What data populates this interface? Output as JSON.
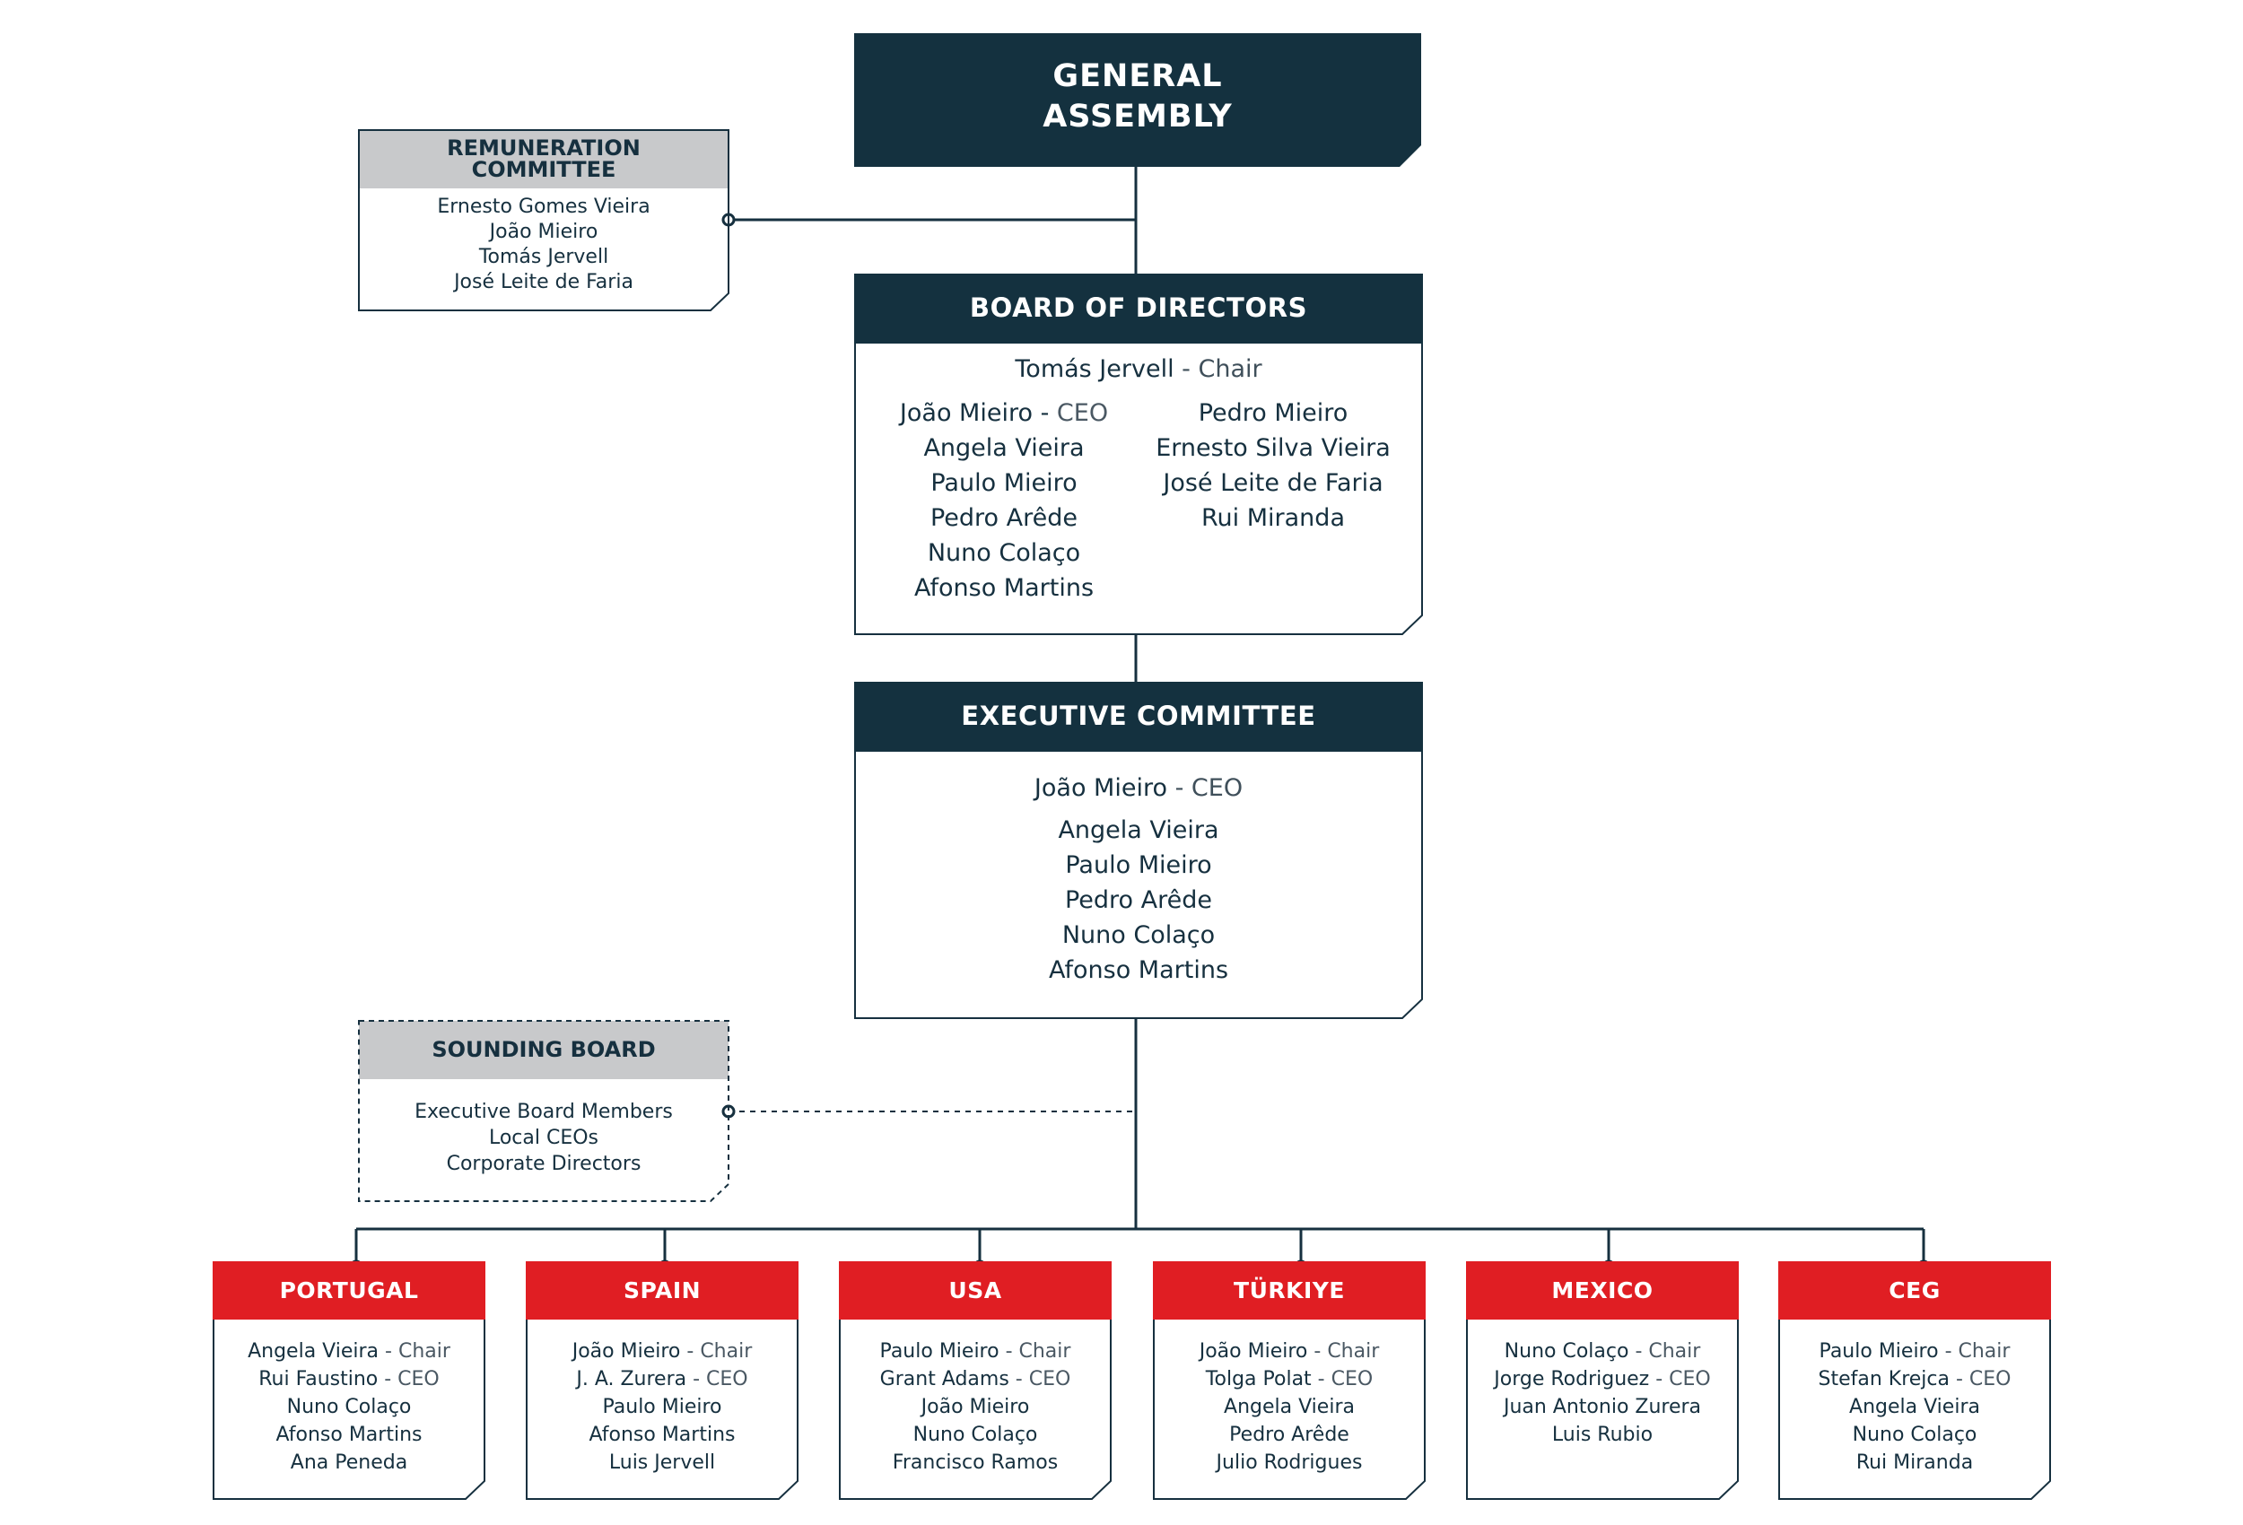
{
  "colors": {
    "navy": "#14313f",
    "red": "#e01e23",
    "grey_header": "#c8c9cb",
    "text": "#16303f",
    "line": "#16303f"
  },
  "general_assembly": {
    "line1": "GENERAL",
    "line2": "ASSEMBLY"
  },
  "remuneration": {
    "title_line1": "REMUNERATION",
    "title_line2": "COMMITTEE",
    "members": [
      "Ernesto Gomes Vieira",
      "João Mieiro",
      "Tomás Jervell",
      "José Leite de Faria"
    ]
  },
  "board": {
    "title": "BOARD OF DIRECTORS",
    "chair_name": "Tomás Jervell",
    "chair_role": " - Chair",
    "left_ceo_name": "João Mieiro - ",
    "left_ceo_role": "CEO",
    "left": [
      "Angela Vieira",
      "Paulo Mieiro",
      "Pedro Arêde",
      "Nuno Colaço",
      "Afonso Martins"
    ],
    "right": [
      "Pedro Mieiro",
      "Ernesto Silva Vieira",
      "José Leite de Faria",
      "Rui Miranda"
    ]
  },
  "executive": {
    "title": "EXECUTIVE COMMITTEE",
    "ceo_name": "João Mieiro",
    "ceo_role": " - CEO",
    "members": [
      "Angela Vieira",
      "Paulo Mieiro",
      "Pedro Arêde",
      "Nuno Colaço",
      "Afonso Martins"
    ]
  },
  "sounding": {
    "title": "SOUNDING BOARD",
    "members": [
      "Executive Board Members",
      "Local CEOs",
      "Corporate Directors"
    ]
  },
  "countries": [
    {
      "name": "PORTUGAL",
      "chair": "Angela Vieira",
      "ceo": "Rui Faustino",
      "members": [
        "Nuno Colaço",
        "Afonso Martins",
        "Ana Peneda"
      ]
    },
    {
      "name": "SPAIN",
      "chair": "João Mieiro",
      "ceo": "J. A. Zurera",
      "members": [
        "Paulo Mieiro",
        "Afonso Martins",
        "Luis Jervell"
      ]
    },
    {
      "name": "USA",
      "chair": "Paulo Mieiro",
      "ceo": "Grant Adams",
      "members": [
        "João Mieiro",
        "Nuno Colaço",
        "Francisco Ramos"
      ]
    },
    {
      "name": "TÜRKIYE",
      "chair": "João Mieiro",
      "ceo": "Tolga Polat",
      "members": [
        "Angela Vieira",
        "Pedro Arêde",
        "Julio Rodrigues"
      ]
    },
    {
      "name": "MEXICO",
      "chair": "Nuno Colaço",
      "ceo": "Jorge Rodriguez",
      "members": [
        "Juan Antonio Zurera",
        "Luis Rubio"
      ]
    },
    {
      "name": "CEG",
      "chair": "Paulo Mieiro",
      "ceo": "Stefan Krejca",
      "members": [
        "Angela Vieira",
        "Nuno Colaço",
        "Rui Miranda"
      ]
    }
  ],
  "labels": {
    "chair_suffix": " - Chair",
    "ceo_suffix": " - CEO"
  }
}
